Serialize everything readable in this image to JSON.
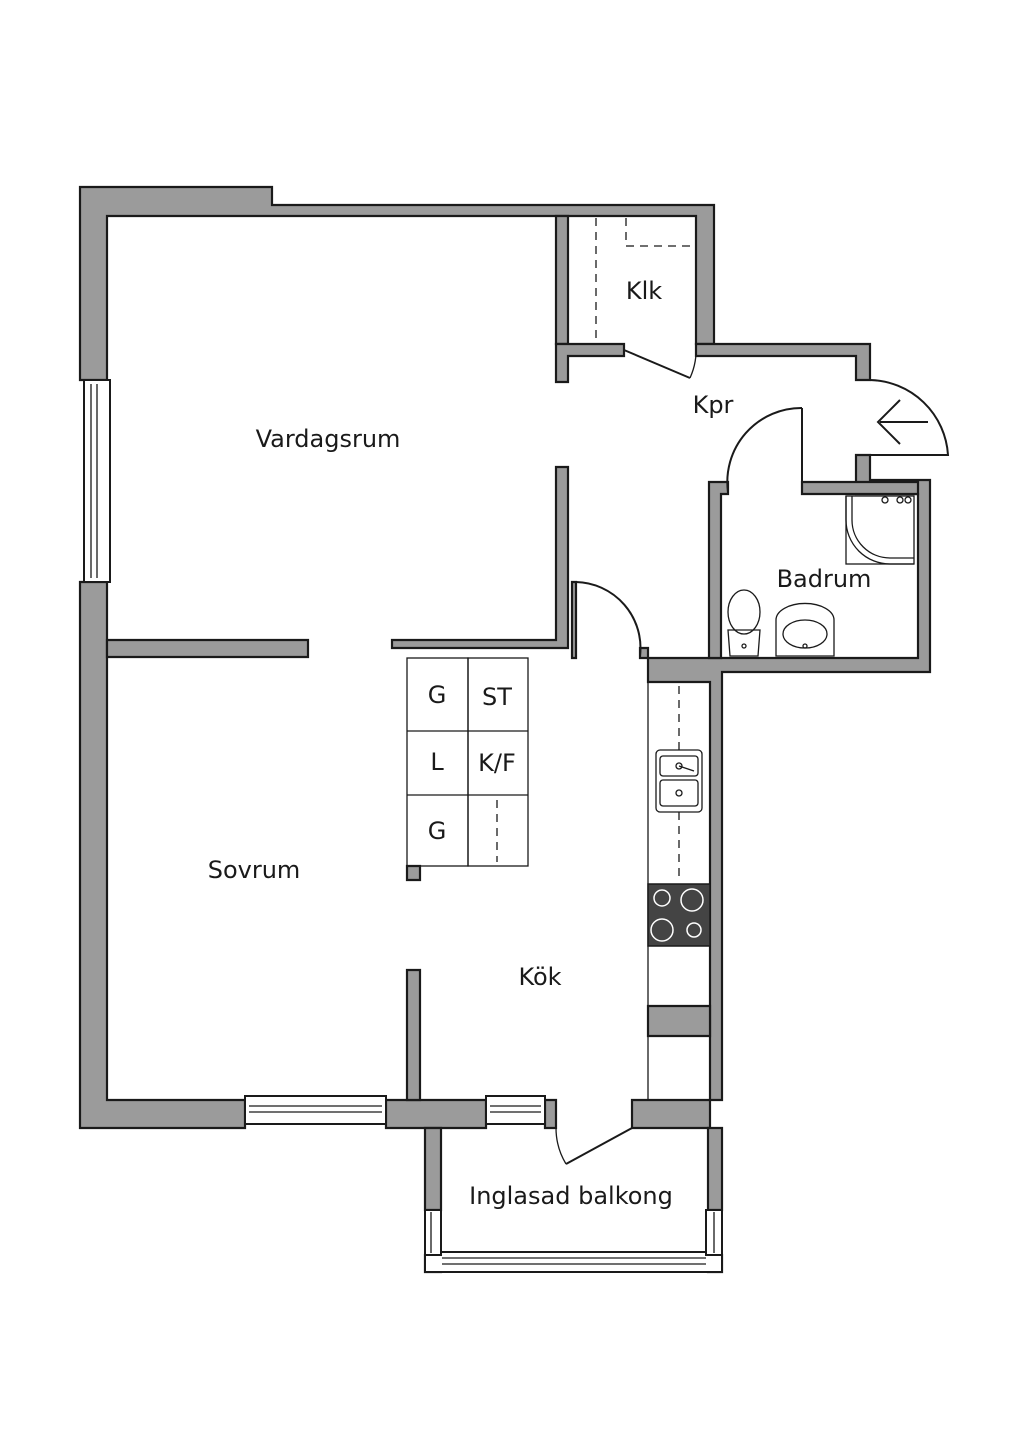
{
  "rooms": {
    "klk": "Klk",
    "kpr": "Kpr",
    "vardagsrum": "Vardagsrum",
    "badrum": "Badrum",
    "sovrum": "Sovrum",
    "kok": "Kök",
    "balkong": "Inglasad balkong"
  },
  "storage": {
    "g1": "G",
    "st": "ST",
    "l": "L",
    "kf": "K/F",
    "g2": "G"
  },
  "colors": {
    "wall": "#9b9b9b",
    "line": "#1a1a1a",
    "hob": "#444444"
  }
}
